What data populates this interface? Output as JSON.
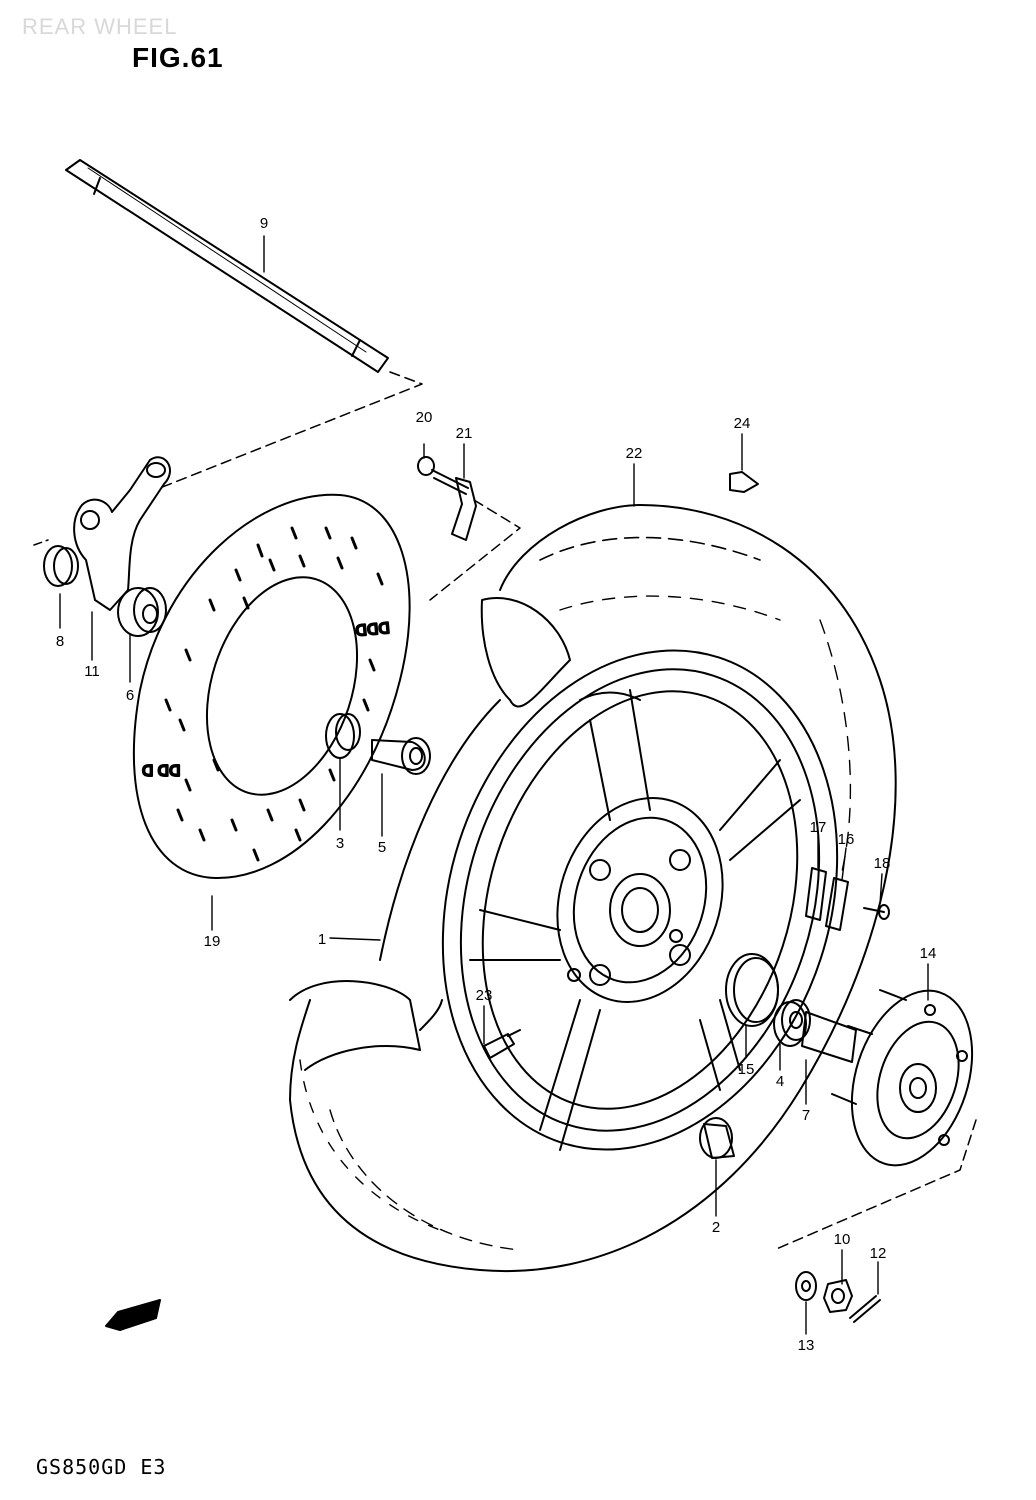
{
  "header": {
    "section": "REAR WHEEL",
    "figure": "FIG.61"
  },
  "footer": {
    "model": "GS850GD  E3"
  },
  "fwd_marker": "FWD",
  "callouts": [
    {
      "id": "1",
      "part": "tire-rim"
    },
    {
      "id": "2",
      "part": "bearing"
    },
    {
      "id": "3",
      "part": "bearing"
    },
    {
      "id": "4",
      "part": "bearing"
    },
    {
      "id": "5",
      "part": "spacer"
    },
    {
      "id": "6",
      "part": "spacer"
    },
    {
      "id": "7",
      "part": "axle-spacer"
    },
    {
      "id": "8",
      "part": "spacer"
    },
    {
      "id": "9",
      "part": "rear-axle"
    },
    {
      "id": "10",
      "part": "axle-nut"
    },
    {
      "id": "11",
      "part": "caliper-holder"
    },
    {
      "id": "12",
      "part": "cotter-pin"
    },
    {
      "id": "13",
      "part": "washer"
    },
    {
      "id": "14",
      "part": "sprocket-drum"
    },
    {
      "id": "15",
      "part": "oil-seal"
    },
    {
      "id": "16",
      "part": "balancer-weight"
    },
    {
      "id": "17",
      "part": "balancer-weight"
    },
    {
      "id": "18",
      "part": "bolt"
    },
    {
      "id": "19",
      "part": "brake-disc"
    },
    {
      "id": "20",
      "part": "disc-bolt"
    },
    {
      "id": "21",
      "part": "lock-washer"
    },
    {
      "id": "22",
      "part": "tire"
    },
    {
      "id": "23",
      "part": "valve"
    },
    {
      "id": "24",
      "part": "balancer"
    }
  ]
}
